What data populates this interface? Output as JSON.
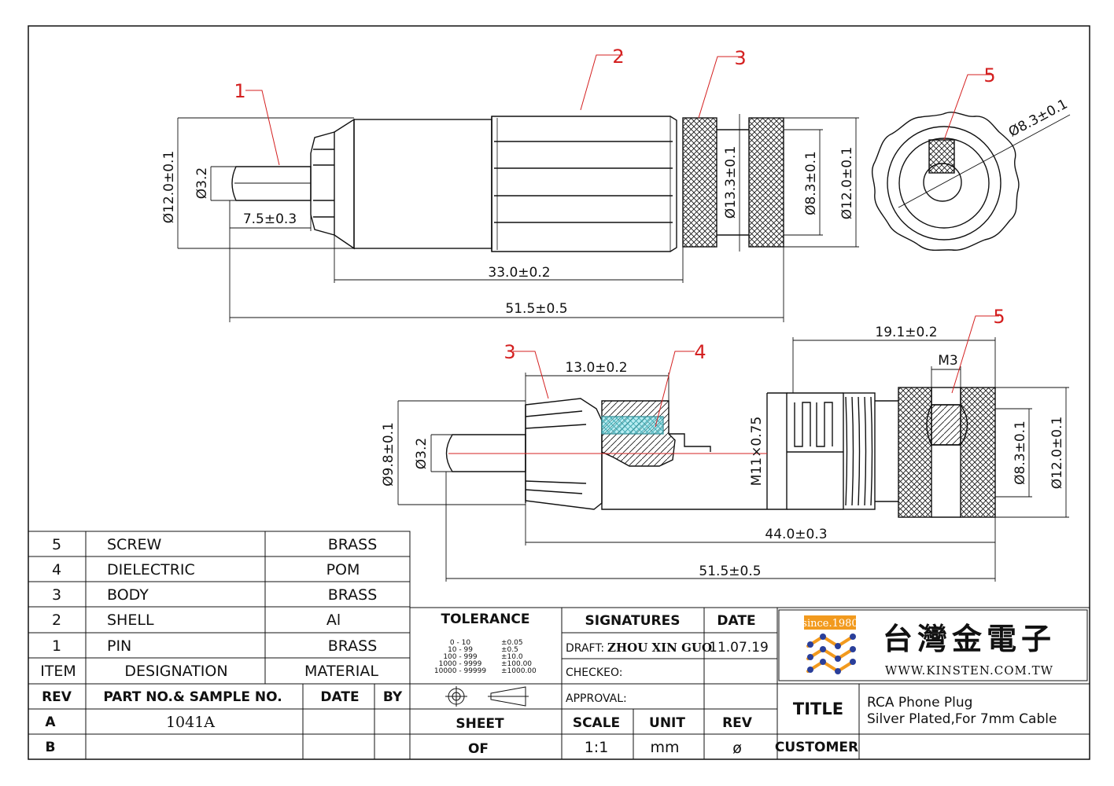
{
  "dimensions": {
    "top_pin_dia": "Ø3.2",
    "top_overall_dia": "Ø12.0±0.1",
    "top_pin_len": "7.5±0.3",
    "top_body_len": "33.0±0.2",
    "top_overall_len": "51.5±0.5",
    "top_mid_dia": "Ø13.3±0.1",
    "top_hole_dia": "Ø8.3±0.1",
    "top_right_dia": "Ø12.0±0.1",
    "end_view_dia": "Ø8.3±0.1",
    "sec_body_len": "13.0±0.2",
    "sec_outer_dia": "Ø9.8±0.1",
    "sec_pin_dia": "Ø3.2",
    "sec_thread": "M11×0.75",
    "sec_cap_len": "19.1±0.2",
    "sec_screw": "M3",
    "sec_hole_dia": "Ø8.3±0.1",
    "sec_cap_dia": "Ø12.0±0.1",
    "sec_len_44": "44.0±0.3",
    "sec_overall_len": "51.5±0.5"
  },
  "annotations": {
    "a1": "1",
    "a2": "2",
    "a3_top": "3",
    "a5_top": "5",
    "a3_sec": "3",
    "a4_sec": "4",
    "a5_sec": "5"
  },
  "parts_list": {
    "rows": [
      {
        "item": "5",
        "designation": "SCREW",
        "material": "BRASS"
      },
      {
        "item": "4",
        "designation": "DIELECTRIC",
        "material": "POM"
      },
      {
        "item": "3",
        "designation": "BODY",
        "material": "BRASS"
      },
      {
        "item": "2",
        "designation": "SHELL",
        "material": "Al"
      },
      {
        "item": "1",
        "designation": "PIN",
        "material": "BRASS"
      }
    ],
    "header": {
      "item": "ITEM",
      "designation": "DESIGNATION",
      "material": "MATERIAL"
    }
  },
  "revisions": {
    "header": {
      "rev": "REV",
      "part": "PART NO.& SAMPLE NO.",
      "date": "DATE",
      "by": "BY"
    },
    "rows": [
      {
        "rev": "A",
        "part": "1041A",
        "date": "",
        "by": ""
      },
      {
        "rev": "B",
        "part": "",
        "date": "",
        "by": ""
      }
    ]
  },
  "tolerance": {
    "title": "TOLERANCE",
    "ranges": [
      "0 - 10",
      "10 - 99",
      "100 - 999",
      "1000 - 9999",
      "10000 - 99999"
    ],
    "values": [
      "±0.05",
      "±0.5",
      "±10.0",
      "±100.00",
      "±1000.00"
    ]
  },
  "signatures": {
    "title": "SIGNATURES",
    "date_title": "DATE",
    "draft_label": "DRAFT:",
    "draft_name": "ZHOU XIN GUO",
    "draft_date": "11.07.19",
    "checked_label": "CHECKEO:",
    "approval_label": "APPROVAL:"
  },
  "sheet_info": {
    "sheet_label": "SHEET",
    "of_label": "OF",
    "scale_label": "SCALE",
    "scale_value": "1:1",
    "unit_label": "UNIT",
    "unit_value": "mm",
    "rev_label": "REV",
    "rev_value": "ø"
  },
  "company": {
    "since": "since.1980",
    "name": "台灣金電子",
    "url": "WWW.KINSTEN.COM.TW"
  },
  "title_block": {
    "title_label": "TITLE",
    "title_line1": "RCA  Phone  Plug",
    "title_line2": "Silver  Plated,For  7mm  Cable",
    "customer_label": "CUSTOMER",
    "customer_value": ""
  },
  "colors": {
    "annotation": "#d42020",
    "dielectric": "#7fe0e8",
    "centerline": "#d42020",
    "logo_orange": "#f29a1e",
    "logo_blue": "#2a3f9a"
  }
}
